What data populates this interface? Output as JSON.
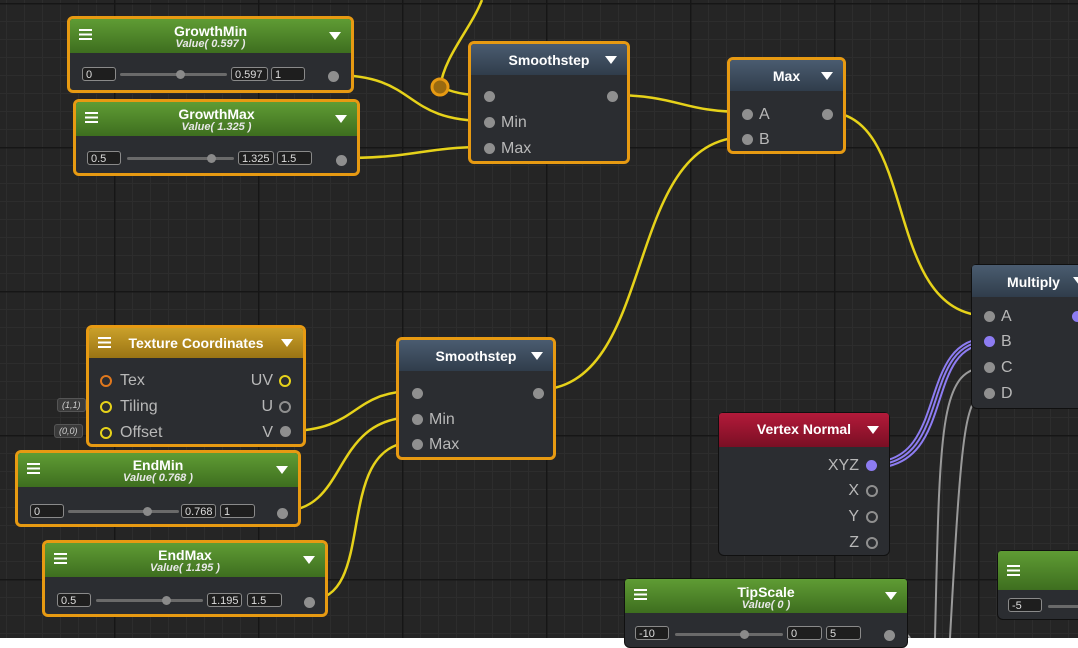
{
  "nodes": {
    "growth_min": {
      "title": "GrowthMin",
      "subtitle": "Value( 0.597 )",
      "min": "0",
      "value": "0.597",
      "max": "1"
    },
    "growth_max": {
      "title": "GrowthMax",
      "subtitle": "Value( 1.325 )",
      "min": "0.5",
      "value": "1.325",
      "max": "1.5"
    },
    "smoothstep_top": {
      "title": "Smoothstep",
      "inputs": [
        "",
        "Min",
        "Max"
      ]
    },
    "max": {
      "title": "Max",
      "inputs": [
        "A",
        "B"
      ]
    },
    "multiply": {
      "title": "Multiply",
      "inputs": [
        "A",
        "B",
        "C",
        "D"
      ]
    },
    "texture_coordinates": {
      "title": "Texture Coordinates",
      "inputs": [
        "Tex",
        "Tiling",
        "Offset"
      ],
      "outputs": [
        "UV",
        "U",
        "V"
      ],
      "tiling_default": "(1,1)",
      "offset_default": "(0,0)"
    },
    "smoothstep_bottom": {
      "title": "Smoothstep",
      "inputs": [
        "",
        "Min",
        "Max"
      ]
    },
    "end_min": {
      "title": "EndMin",
      "subtitle": "Value( 0.768 )",
      "min": "0",
      "value": "0.768",
      "max": "1"
    },
    "end_max": {
      "title": "EndMax",
      "subtitle": "Value( 1.195 )",
      "min": "0.5",
      "value": "1.195",
      "max": "1.5"
    },
    "vertex_normal": {
      "title": "Vertex Normal",
      "outputs": [
        "XYZ",
        "X",
        "Y",
        "Z"
      ]
    },
    "tip_scale": {
      "title": "TipScale",
      "subtitle": "Value( 0 )",
      "min": "-10",
      "value": "0",
      "max": "5"
    },
    "partial_node": {
      "min": "-5"
    }
  },
  "colors": {
    "selection": "#e79a12",
    "wire_float": "#e6d21a",
    "wire_vector": "#8d7cf2",
    "wire_gray": "#9a9a9a",
    "green_header": "#4f8a2a",
    "blue_header": "#3b4a5c",
    "red_header": "#9e1530"
  }
}
